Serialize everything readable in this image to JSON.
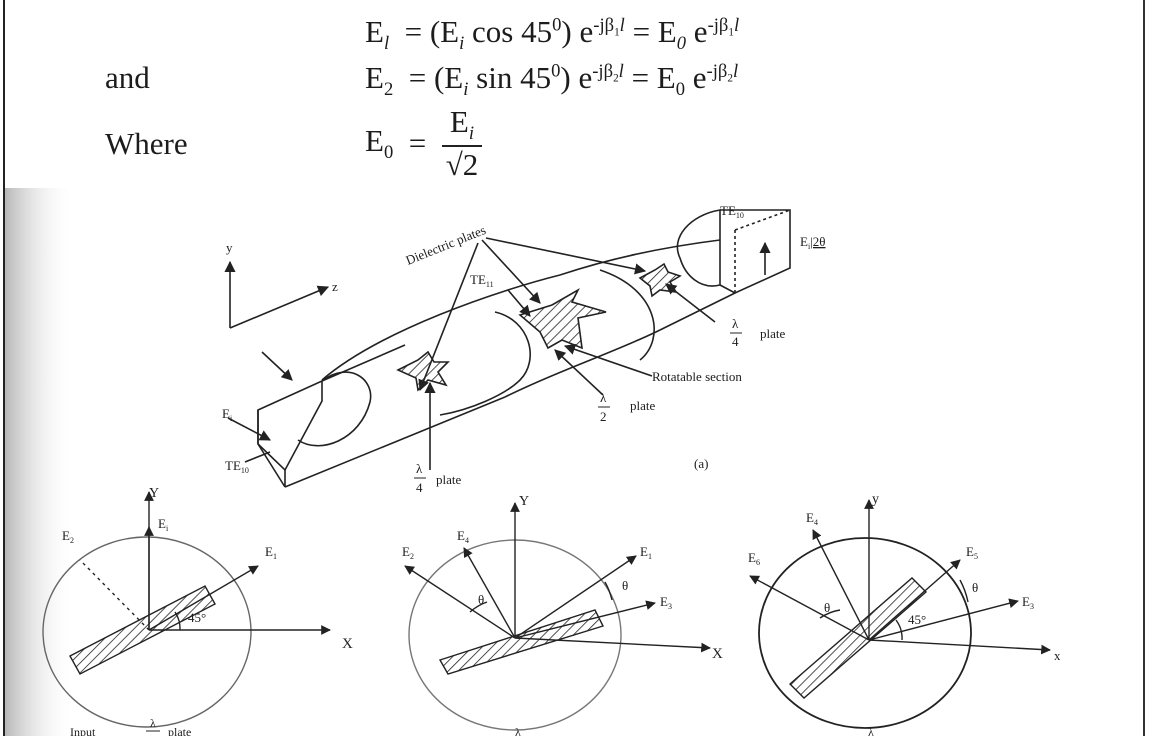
{
  "equations": {
    "eq1": {
      "lhs": "E",
      "lhs_sub": "l",
      "rhs": "= (E",
      "rhs_sub": "i",
      "rhs2": " cos 45",
      "deg": "0",
      "rhs3": ") e",
      "exp1": "-jβ",
      "exp1_sub": "1",
      "exp1_end": "l",
      "rhs4": " = E",
      "e0_sub": "0",
      "rhs5": " e",
      "exp2": "-jβ",
      "exp2_sub": "1",
      "exp2_end": "l"
    },
    "eq2": {
      "lead": "and",
      "lhs": "E",
      "lhs_sub": "2",
      "rhs": "= (E",
      "rhs_sub": "i",
      "rhs2": " sin 45",
      "deg": "0",
      "rhs3": ") e",
      "exp1": "-jβ",
      "exp1_sub": "2",
      "exp1_end": "l",
      "rhs4": " = E",
      "e0_sub": "0",
      "rhs5": " e",
      "exp2": "-jβ",
      "exp2_sub": "2",
      "exp2_end": "l"
    },
    "eq3": {
      "lead": "Where",
      "lhs": "E",
      "lhs_sub": "0",
      "eq": "=",
      "num": "E",
      "num_sub": "i",
      "den": "√2"
    }
  },
  "figure_a": {
    "axis_y": "y",
    "axis_z": "z",
    "dielectric_plates": "Dielectric plates",
    "te10_top": "TE",
    "te10_top_sub": "10",
    "te11": "TE",
    "te11_sub": "11",
    "ei_out": "E",
    "ei_out_sub": "i",
    "ei_out_angle": "|2θ",
    "quarter_top": "plate",
    "rotatable": "Rotatable section",
    "half": "plate",
    "ei_in": "E",
    "ei_in_sub": "i",
    "te10_bottom": "TE",
    "te10_bottom_sub": "10",
    "quarter_bottom": "plate",
    "lambda": "λ",
    "four": "4",
    "two": "2",
    "caption": "(a)"
  },
  "diagram_1": {
    "y": "Y",
    "x": "X",
    "e_i": "E",
    "e_i_sub": "i",
    "e2": "E",
    "e2_sub": "2",
    "e1": "E",
    "e1_sub": "1",
    "angle": "45°",
    "caption": "Input",
    "caption_plate": "plate"
  },
  "diagram_2": {
    "y": "Y",
    "x": "X",
    "e2": "E",
    "e2_sub": "2",
    "e4": "E",
    "e4_sub": "4",
    "e1": "E",
    "e1_sub": "1",
    "e3": "E",
    "e3_sub": "3",
    "theta1": "θ",
    "theta2": "θ"
  },
  "diagram_3": {
    "y": "y",
    "x": "x",
    "e6": "E",
    "e6_sub": "6",
    "e4": "E",
    "e4_sub": "4",
    "e5": "E",
    "e5_sub": "5",
    "e3": "E",
    "e3_sub": "3",
    "theta1": "θ",
    "theta2": "θ",
    "angle": "45°"
  }
}
